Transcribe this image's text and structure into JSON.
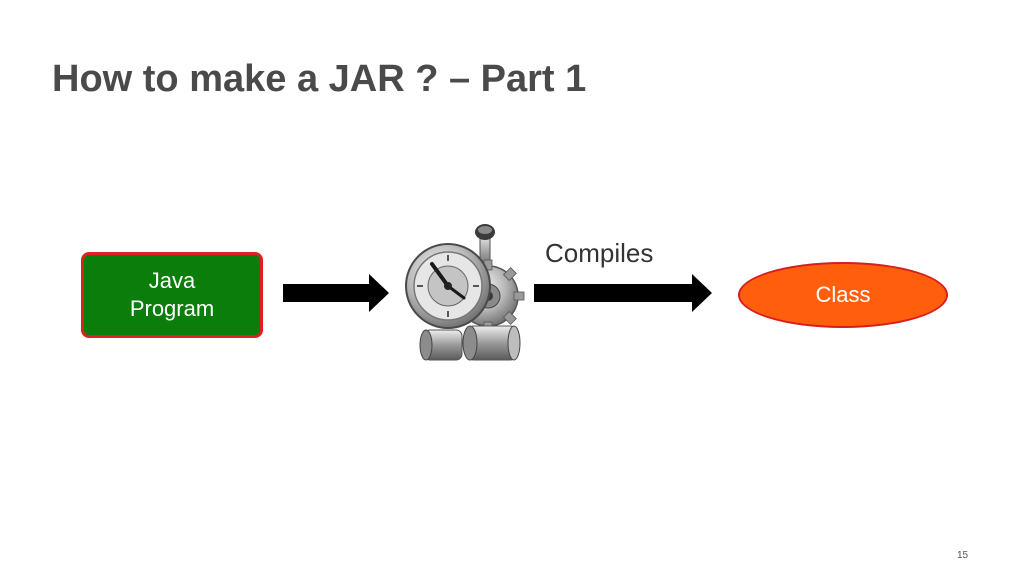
{
  "slide": {
    "title": "How to make a JAR ? – Part 1",
    "number": "15"
  },
  "diagram": {
    "source_lines": [
      "Java",
      "Program"
    ],
    "process_icon": "clockwork-gear-machine-icon",
    "edge_label": "Compiles",
    "target": "Class"
  },
  "colors": {
    "title_text": "#4a4a4a",
    "source_fill": "#0a7d0a",
    "source_border": "#e02020",
    "target_fill": "#ff5e0c",
    "target_border": "#d81e1e",
    "arrow": "#000000"
  }
}
